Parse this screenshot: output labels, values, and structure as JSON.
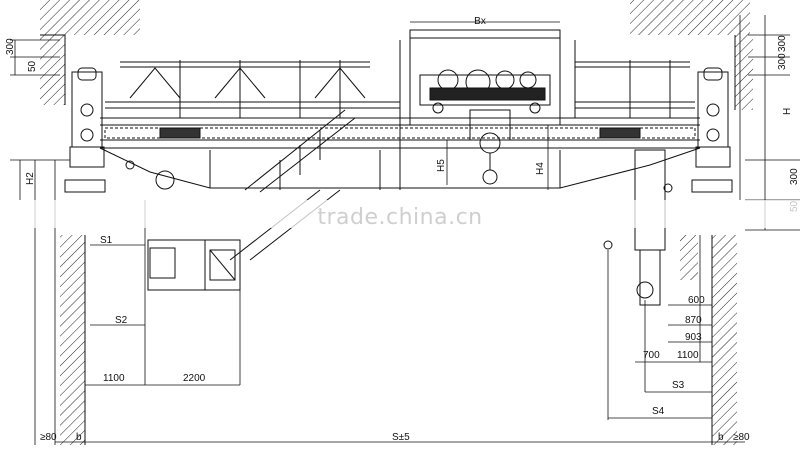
{
  "drawing": {
    "watermark": "trade.china.cn",
    "dimensions": {
      "bx": "Bx",
      "top_left_300": "300",
      "top_left_50": "50",
      "top_right_300a": "300",
      "top_right_300b": "300",
      "h": "H",
      "h2": "H2",
      "h4": "H4",
      "h5": "H5",
      "right_300": "300",
      "right_50": "50",
      "s1": "S1",
      "s2": "S2",
      "s3": "S3",
      "s4": "S4",
      "d1100_left": "1100",
      "d2200": "2200",
      "d600": "600",
      "d870": "870",
      "d903": "903",
      "d700": "700",
      "d1100_right": "1100",
      "span": "S±5",
      "ge80_left": "≥80",
      "ge80_right": "≥80",
      "b_left": "b",
      "b_right": "b"
    }
  }
}
